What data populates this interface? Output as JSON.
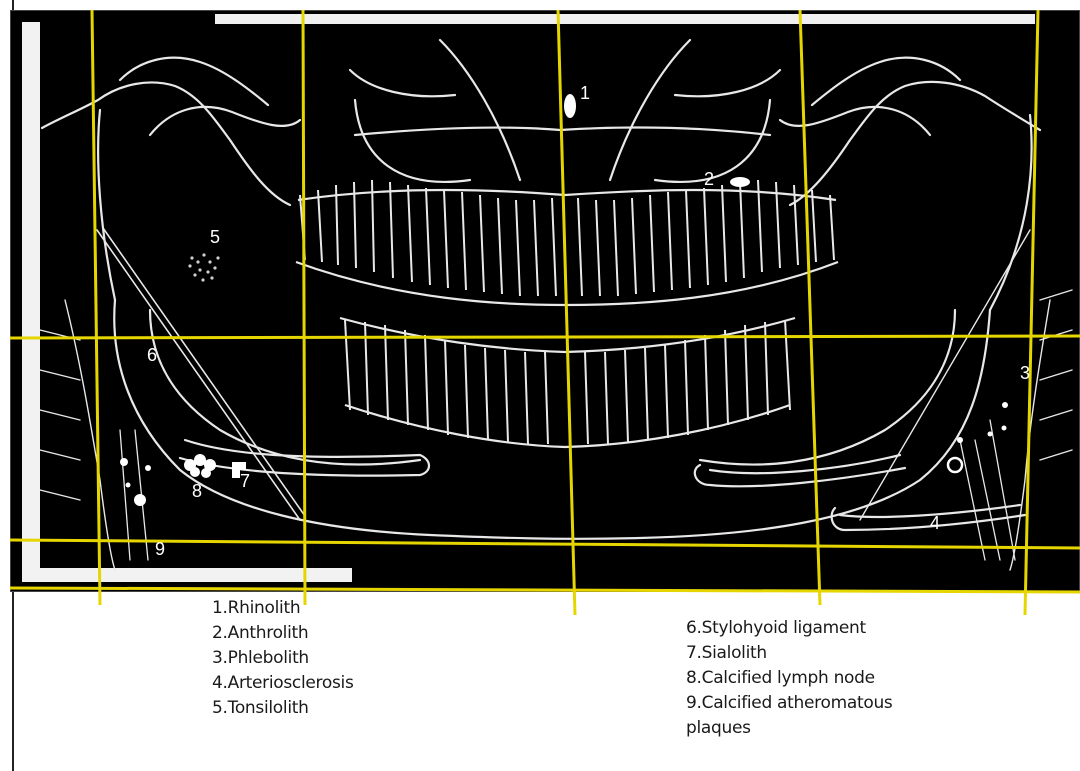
{
  "markers": {
    "m1": "1",
    "m2": "2",
    "m3": "3",
    "m4": "4",
    "m5": "5",
    "m6": "6",
    "m7": "7",
    "m8": "8",
    "m9": "9"
  },
  "legend_left": [
    "1.Rhinolith",
    "2.Anthrolith",
    "3.Phlebolith",
    "4.Arteriosclerosis",
    "5.Tonsilolith"
  ],
  "legend_right": [
    "6.Stylohyoid ligament",
    "7.Sialolith",
    "8.Calcified lymph node",
    "9.Calcified atheromatous",
    "plaques"
  ],
  "colors": {
    "grid_lines": "#e6d600",
    "radiograph_background": "#000000",
    "anatomy_outline": "#e8e8e8"
  }
}
